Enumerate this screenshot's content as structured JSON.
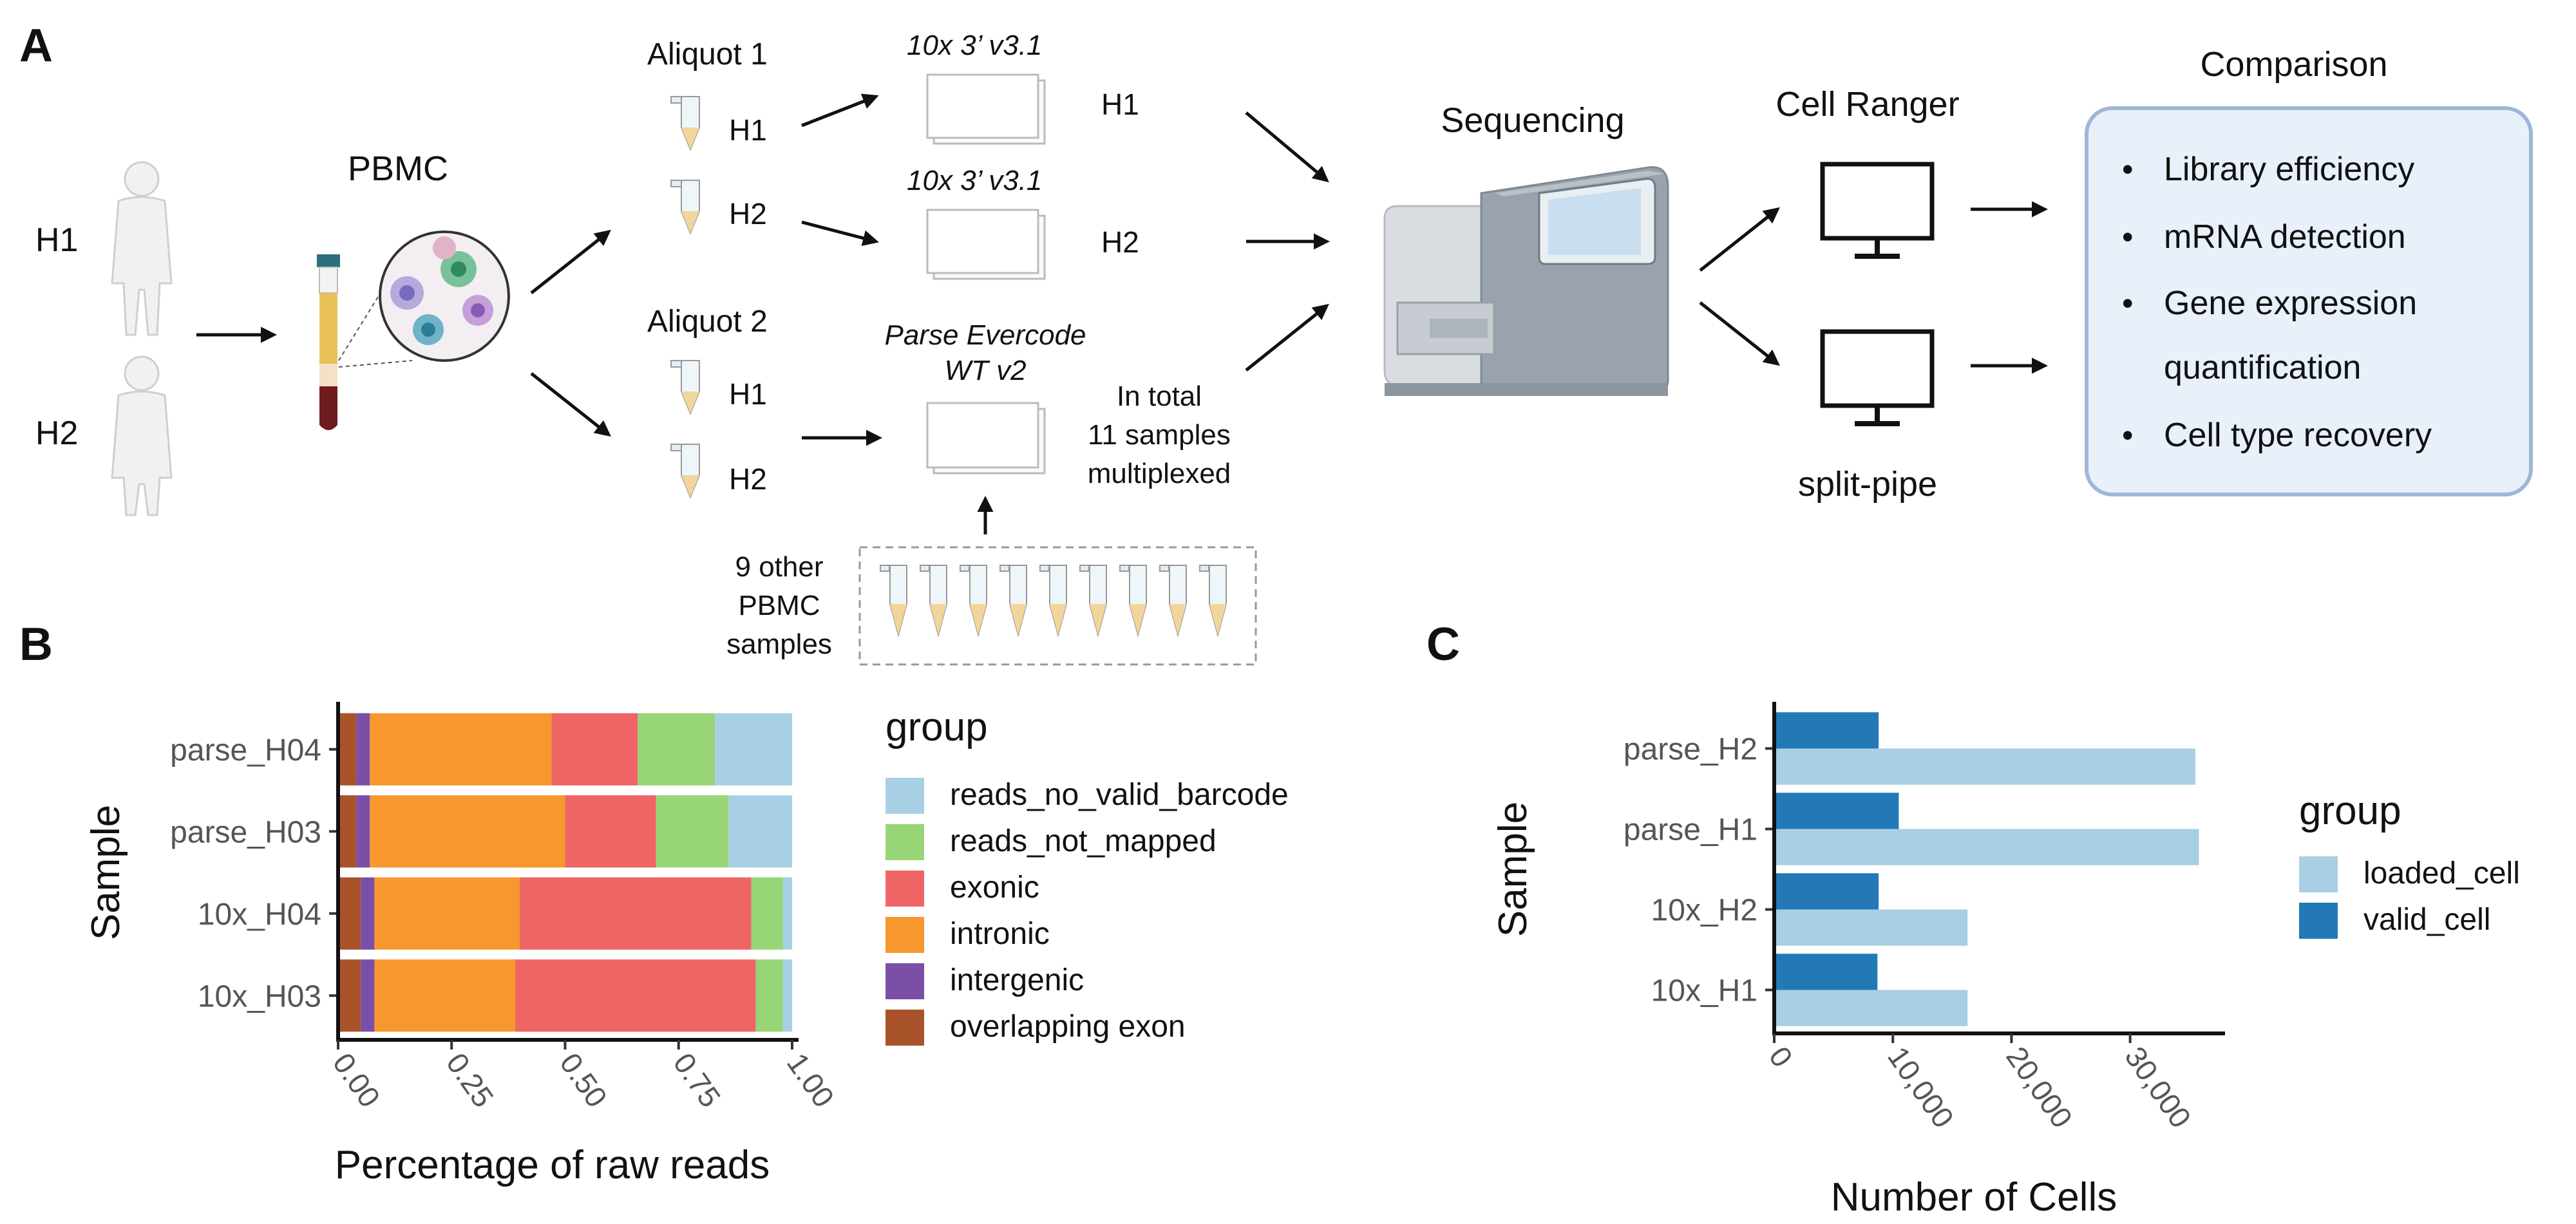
{
  "panel_labels": {
    "a": "A",
    "b": "B",
    "c": "C"
  },
  "workflow": {
    "donors": [
      "H1",
      "H2"
    ],
    "pbmc": "PBMC",
    "aliquot1": {
      "title": "Aliquot 1",
      "tubes": [
        "H1",
        "H2"
      ]
    },
    "aliquot2": {
      "title": "Aliquot 2",
      "tubes": [
        "H1",
        "H2"
      ]
    },
    "chip_10x_h1": "10x 3’ v3.1",
    "chip_10x_h2": "10x  3’ v3.1",
    "chip_h1_label": "H1",
    "chip_h2_label": "H2",
    "parse_line1": "Parse Evercode",
    "parse_line2": "WT v2",
    "total_lines": [
      "In total",
      "11 samples",
      "multiplexed"
    ],
    "other_lines": [
      "9 other",
      "PBMC",
      "samples"
    ],
    "sequencing": "Sequencing",
    "cellranger": "Cell Ranger",
    "splitpipe": "split-pipe",
    "comparison_title": "Comparison",
    "comparison_lines": [
      "Library efficiency",
      "mRNA detection",
      "Gene expression",
      "quantification",
      "Cell type recovery"
    ],
    "bullet": "•",
    "box_fill": "#e8f0fa",
    "box_border": "#9fb6d8"
  },
  "chart_data": [
    {
      "type": "bar",
      "orientation": "horizontal",
      "stacked": true,
      "categories": [
        "parse_H04",
        "parse_H03",
        "10x_H04",
        "10x_H03"
      ],
      "series": [
        {
          "name": "overlapping exon",
          "color": "#a9532a",
          "values": [
            0.04,
            0.04,
            0.05,
            0.05
          ]
        },
        {
          "name": "intergenic",
          "color": "#7b4fa6",
          "values": [
            0.03,
            0.03,
            0.03,
            0.03
          ]
        },
        {
          "name": "intronic",
          "color": "#f7982f",
          "values": [
            0.4,
            0.43,
            0.32,
            0.31
          ]
        },
        {
          "name": "exonic",
          "color": "#ef6565",
          "values": [
            0.19,
            0.2,
            0.51,
            0.53
          ]
        },
        {
          "name": "reads_not_mapped",
          "color": "#98d576",
          "values": [
            0.17,
            0.16,
            0.07,
            0.06
          ]
        },
        {
          "name": "reads_no_valid_barcode",
          "color": "#a8d0e4",
          "values": [
            0.17,
            0.14,
            0.02,
            0.02
          ]
        }
      ],
      "legend_title": "group",
      "legend_order": [
        "reads_no_valid_barcode",
        "reads_not_mapped",
        "exonic",
        "intronic",
        "intergenic",
        "overlapping exon"
      ],
      "xlabel": "Percentage of raw reads",
      "ylabel": "Sample",
      "xlim": [
        0,
        1
      ],
      "xticks": [
        "0.00",
        "0.25",
        "0.50",
        "0.75",
        "1.00"
      ],
      "legend_position": "right",
      "grid": false
    },
    {
      "type": "bar",
      "orientation": "horizontal",
      "stacked": false,
      "categories": [
        "parse_H2",
        "parse_H1",
        "10x_H2",
        "10x_H1"
      ],
      "series": [
        {
          "name": "loaded_cell",
          "color": "#a8cfe3",
          "values": [
            35500,
            35800,
            16300,
            16300
          ]
        },
        {
          "name": "valid_cell",
          "color": "#2379b6",
          "values": [
            8800,
            10500,
            8800,
            8700
          ]
        }
      ],
      "legend_title": "group",
      "xlabel": "Number of Cells",
      "ylabel": "Sample",
      "xlim": [
        0,
        38000
      ],
      "xticks": [
        "0",
        "10,000",
        "20,000",
        "30,000"
      ],
      "legend_position": "right",
      "grid": false
    }
  ]
}
